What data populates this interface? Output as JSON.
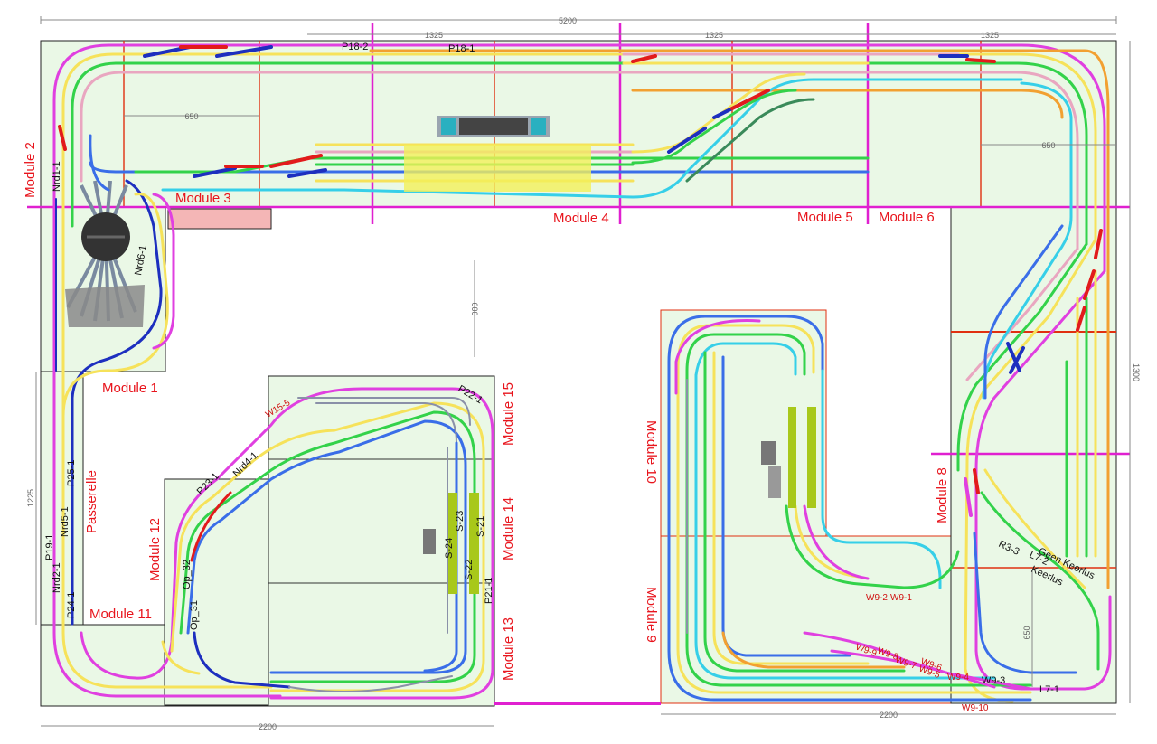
{
  "title": "",
  "dimensions": {
    "total_width": "5200",
    "right_height": "1300",
    "segment_left": "1325",
    "segment_mid": "1325",
    "segment_right": "1325",
    "inner_650_top": "650",
    "inner_650_right": "650",
    "inner_650_bottom": "650",
    "gap_600": "600",
    "left_1225": "1225",
    "bottom_2200_left": "2200",
    "bottom_2200_right": "2200"
  },
  "modules": {
    "m1": "Module 1",
    "m2": "Module 2",
    "m3": "Module 3",
    "m4": "Module 4",
    "m5": "Module 5",
    "m6": "Module 6",
    "m8": "Module 8",
    "m9": "Module 9",
    "m10": "Module 10",
    "m11": "Module 11",
    "m12": "Module 12",
    "m13": "Module 13",
    "m14": "Module 14",
    "m15": "Module 15",
    "passerelle": "Passerelle"
  },
  "labels": {
    "p18_2": "P18-2",
    "p18_1": "P18-1",
    "nrd1_1": "Nrd1-1",
    "nrd6_1": "Nrd6-1",
    "p25_1": "P25-1",
    "nrd5_1": "Nrd5-1",
    "p19_1": "P19-1",
    "nrd2_1": "Nrd2-1",
    "p24_1": "P24-1",
    "op32": "Op_32",
    "op31": "Op_31",
    "p23_1": "P23-1",
    "nrd4_1": "Nrd4-1",
    "w15_5": "W15-5",
    "p22_1": "P22-1",
    "s24": "S-24",
    "s23": "S-23",
    "s22": "S-22",
    "s21": "S-21",
    "p21_1": "P21-1",
    "w9_2": "W9-2",
    "w9_1": "W9-1",
    "w9_9": "W9-9",
    "w9_8": "W9-8",
    "w9_7": "W9-7",
    "w9_6": "W9-6",
    "w9_5": "W9-5",
    "w9_4": "W9-4",
    "w9_3": "W9-3",
    "w9_10": "W9-10",
    "l7_1": "L7-1",
    "r3_3": "R3-3",
    "l7_2": "L7-2",
    "geen_keerlus": "Geen Keerlus",
    "keerlus": "Keerlus"
  },
  "colors": {
    "board": "#eaf8e6",
    "module_border": "#e03010",
    "module_divider": "#e020d0",
    "track_pink": "#e040e0",
    "track_yellow": "#f6e25a",
    "track_green": "#33d24a",
    "track_blue": "#3a6ee8",
    "track_cyan": "#36cfe8",
    "track_orange": "#f2a031",
    "track_rose": "#e9a6c0",
    "track_red": "#e21b1b",
    "track_darkblue": "#1d2fbf",
    "track_darkgreen": "#3a8a5a",
    "platform": "#f2f05a",
    "lime": "#a8c81a"
  }
}
